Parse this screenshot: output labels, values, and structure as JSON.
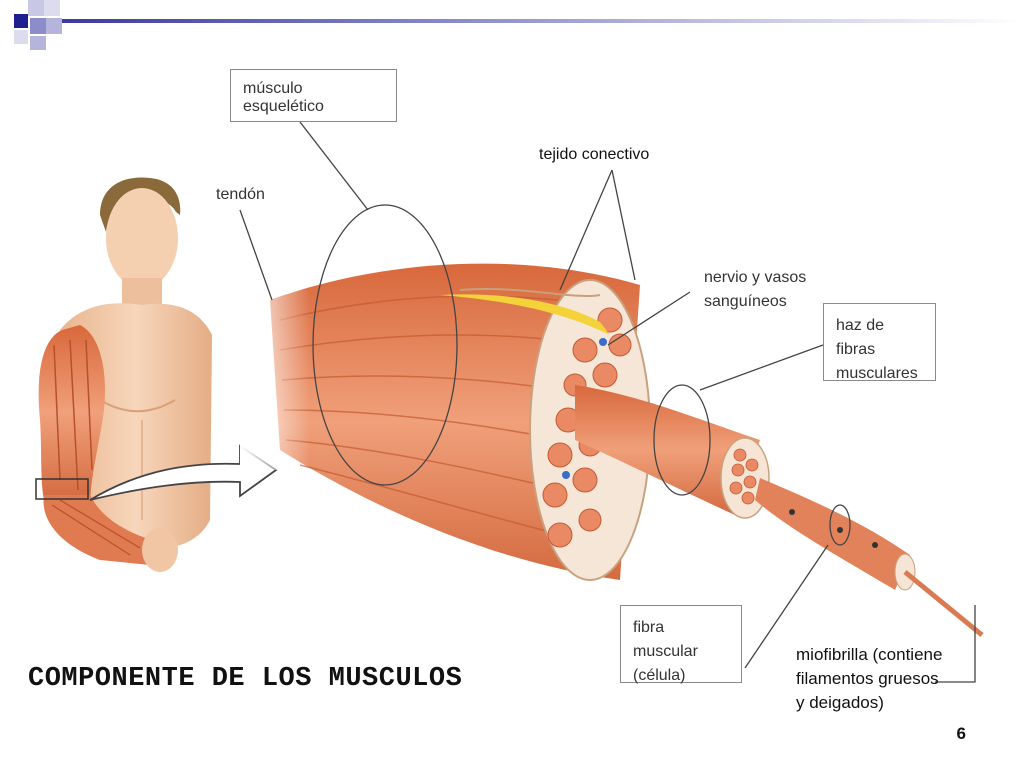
{
  "slide": {
    "title": "COMPONENTE DE LOS MUSCULOS",
    "page_number": "6"
  },
  "labels": {
    "musculo_esqueletico": "músculo esquelético",
    "tendon": "tendón",
    "tejido_conectivo": "tejido conectivo",
    "nervio_vasos_line1": "nervio y vasos",
    "nervio_vasos_line2": "sanguíneos",
    "haz_line1": "haz de fibras",
    "haz_line2": "musculares",
    "fibra_line1": "fibra muscular",
    "fibra_line2": "(célula)",
    "miofibrilla_line1": "miofibrilla (contiene",
    "miofibrilla_line2": "filamentos gruesos",
    "miofibrilla_line3": "y deigados)"
  },
  "colors": {
    "accent_navy": "#1f1f8f",
    "accent_lavender": "#8c8cc8",
    "muscle": "#e8865a",
    "muscle_dark": "#c4582f",
    "skin": "#f2c9a6"
  }
}
